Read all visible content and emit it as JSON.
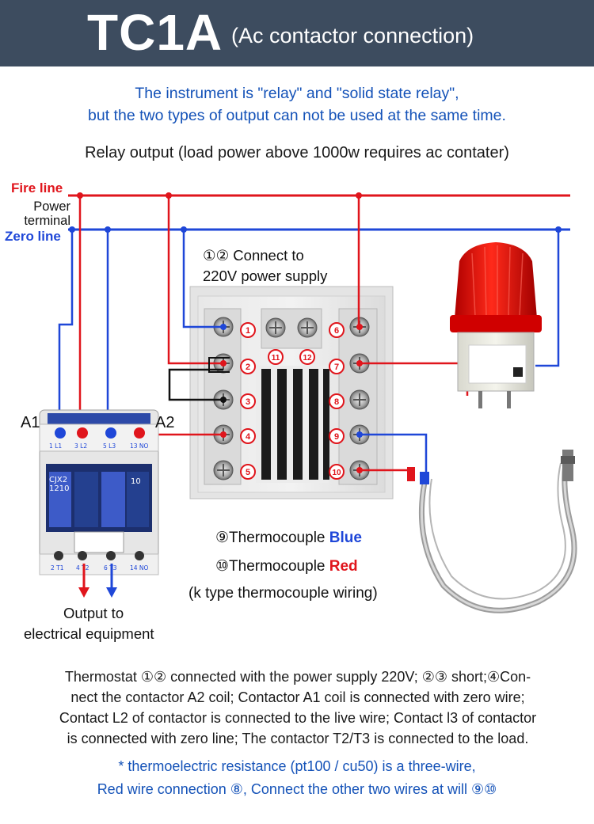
{
  "header": {
    "model": "TC1A",
    "subtitle": "(Ac contactor connection)"
  },
  "notice": {
    "line1": "The instrument is \"relay\" and \"solid state relay\",",
    "line2": "but the two types of output can not be used at the same time."
  },
  "relay_title": "Relay output (load power above 1000w requires ac contater)",
  "lines": {
    "fire": "Fire line",
    "power_line1": "Power",
    "power_line2": "terminal",
    "zero": "Zero line"
  },
  "connect": {
    "line1": "①② Connect to",
    "line2": "220V power supply"
  },
  "terminals": {
    "left": [
      "1",
      "2",
      "3",
      "4",
      "5"
    ],
    "middle": [
      "11",
      "12"
    ],
    "right": [
      "6",
      "7",
      "8",
      "9",
      "10"
    ]
  },
  "contactor": {
    "a1": "A1",
    "a2": "A2",
    "top_labels": [
      "1 L1",
      "3 L2",
      "5 L3",
      "13 NO"
    ],
    "bottom_labels": [
      "2 T1",
      "4 T2",
      "6 T3",
      "14 NO"
    ],
    "brand": "CJX2",
    "model": "1210",
    "right_tag": "10"
  },
  "output": {
    "line1": "Output to",
    "line2": "electrical equipment"
  },
  "thermocouple": {
    "blue_prefix": "⑨Thermocouple",
    "blue_word": "Blue",
    "red_prefix": "⑩Thermocouple",
    "red_word": "Red",
    "type": "(k type thermocouple wiring)"
  },
  "description": {
    "line1": "Thermostat ①② connected with the power supply 220V; ②③ short;④Con-",
    "line2": "nect the contactor A2 coil; Contactor A1 coil is connected with zero wire;",
    "line3": "Contact L2 of contactor is connected to the live wire; Contact l3 of contactor",
    "line4": "is connected with zero line; The contactor T2/T3 is connected to the load."
  },
  "note": {
    "line1": "* thermoelectric resistance (pt100 / cu50) is a three-wire,",
    "line2": "Red wire connection ⑧, Connect the other two wires at will ⑨⑩"
  },
  "colors": {
    "fire": "#e0151c",
    "zero": "#1f47d8",
    "header": "#3d4c5f",
    "notice": "#1452b8"
  },
  "icons": [
    "alarm-lamp-icon",
    "thermocouple-probe-icon",
    "ac-contactor-icon",
    "terminal-screw-icon"
  ]
}
